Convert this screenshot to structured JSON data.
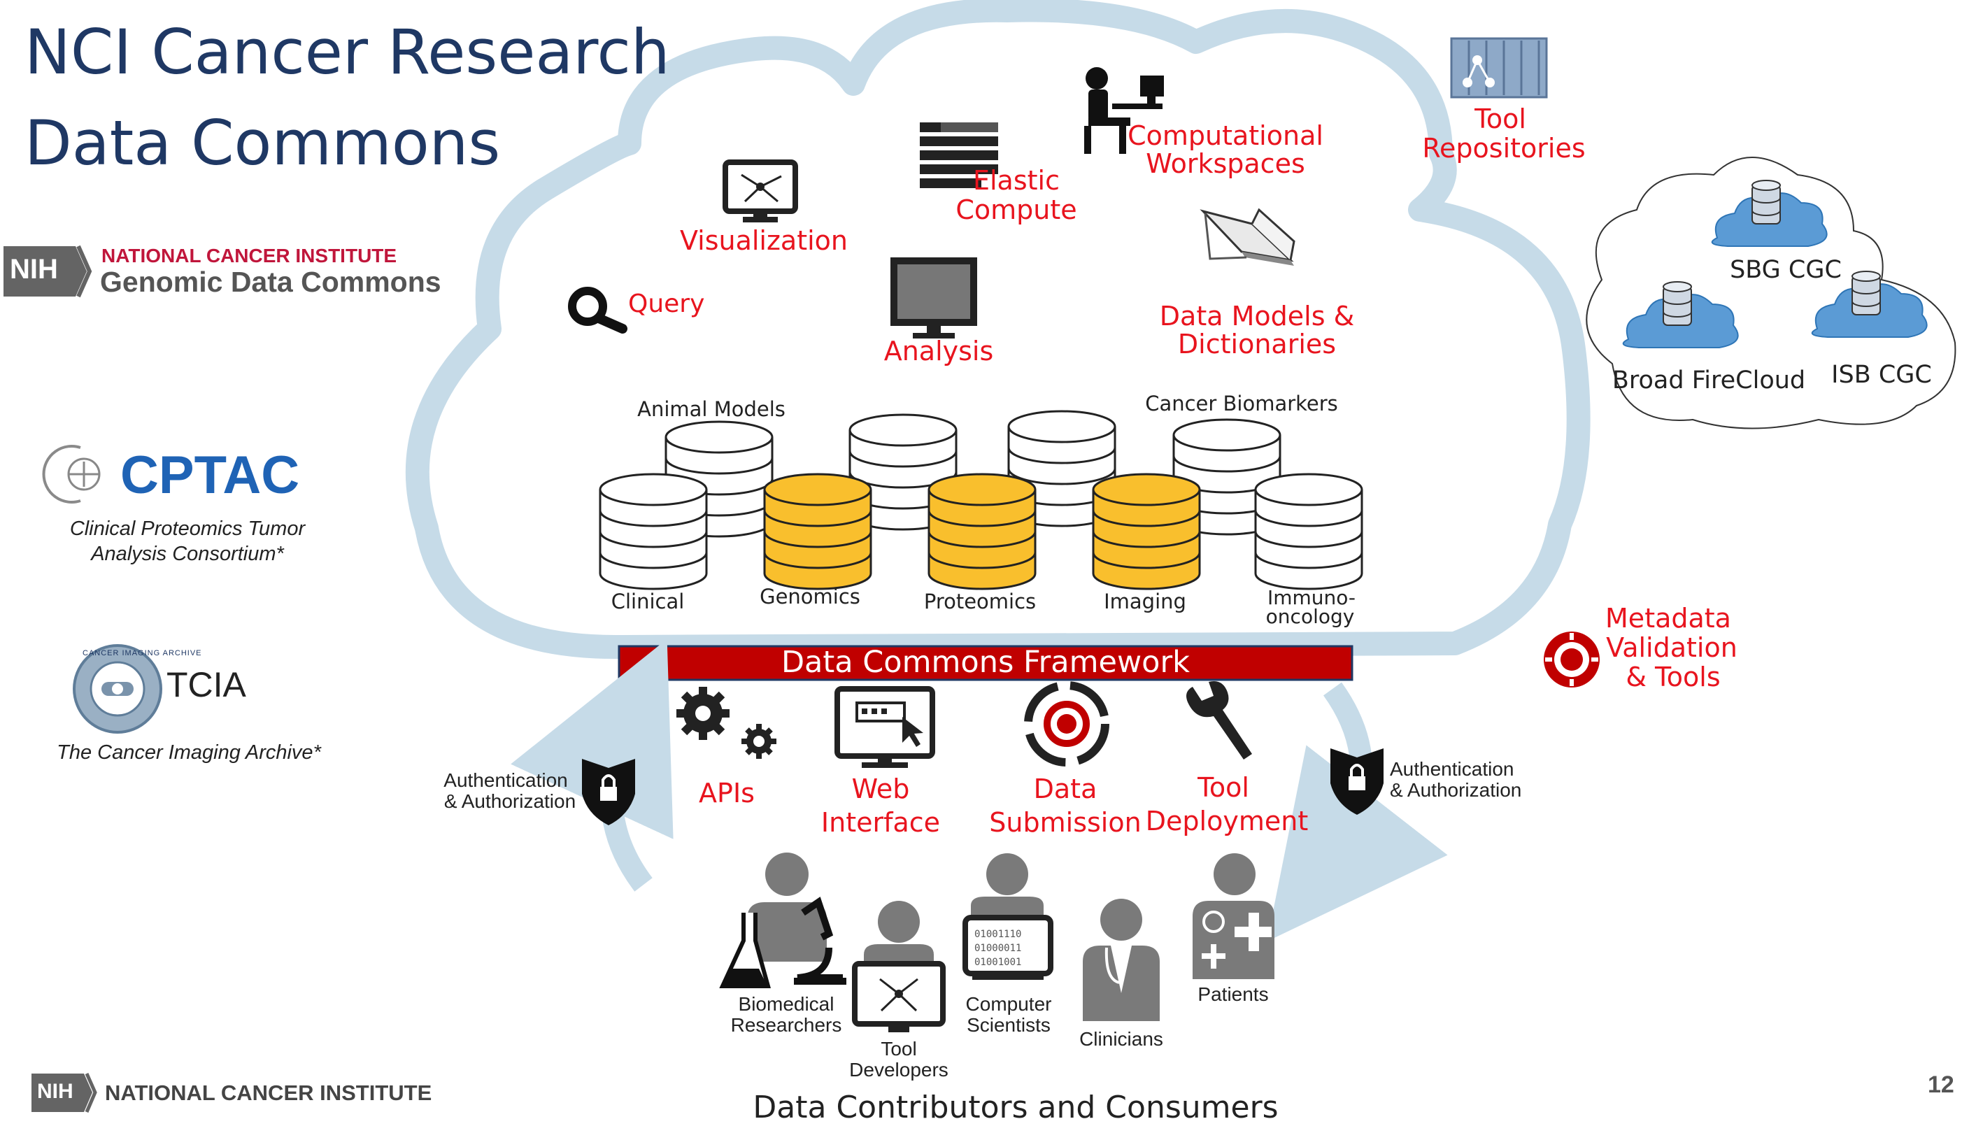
{
  "slide": {
    "title_line1": "NCI Cancer Research",
    "title_line2": "Data Commons",
    "page_number": "12"
  },
  "logos": {
    "gdc": {
      "nih": "NIH",
      "line1": "NATIONAL CANCER INSTITUTE",
      "line2": "Genomic Data Commons"
    },
    "cptac": {
      "name": "CPTAC",
      "caption_line1": "Clinical Proteomics Tumor",
      "caption_line2": "Analysis Consortium*"
    },
    "tcia": {
      "name": "TCIA",
      "badge_text": "CANCER IMAGING ARCHIVE",
      "caption": "The Cancer Imaging Archive*"
    },
    "footer": {
      "nih": "NIH",
      "text": "NATIONAL CANCER INSTITUTE"
    }
  },
  "cloud": {
    "services": {
      "query": "Query",
      "visualization": "Visualization",
      "analysis": "Analysis",
      "elastic_compute_1": "Elastic",
      "elastic_compute_2": "Compute",
      "workspaces_1": "Computational",
      "workspaces_2": "Workspaces",
      "data_models_1": "Data Models &",
      "data_models_2": "Dictionaries"
    },
    "data_types": {
      "animal_models": "Animal Models",
      "cancer_biomarkers": "Cancer Biomarkers",
      "clinical": "Clinical",
      "genomics": "Genomics",
      "proteomics": "Proteomics",
      "imaging": "Imaging",
      "immuno_1": "Immuno-",
      "immuno_2": "oncology"
    },
    "framework_label": "Data Commons Framework"
  },
  "outside": {
    "tool_repos_1": "Tool",
    "tool_repos_2": "Repositories",
    "metadata_1": "Metadata",
    "metadata_2": "Validation",
    "metadata_3": "& Tools",
    "cgc": {
      "sbg": "SBG CGC",
      "broad": "Broad FireCloud",
      "isb": "ISB CGC"
    }
  },
  "access": {
    "auth_left_1": "Authentication",
    "auth_left_2": "& Authorization",
    "auth_right_1": "Authentication",
    "auth_right_2": "& Authorization",
    "apis": "APIs",
    "web_1": "Web",
    "web_2": "Interface",
    "submission_1": "Data",
    "submission_2": "Submission",
    "deployment_1": "Tool",
    "deployment_2": "Deployment"
  },
  "users": {
    "biomedical_1": "Biomedical",
    "biomedical_2": "Researchers",
    "tool_dev_1": "Tool",
    "tool_dev_2": "Developers",
    "computer_1": "Computer",
    "computer_2": "Scientists",
    "binary_1": "01001110",
    "binary_2": "01000011",
    "binary_3": "01001001",
    "clinicians": "Clinicians",
    "patients": "Patients",
    "caption": "Data Contributors and Consumers"
  },
  "colors": {
    "title_blue": "#1f3864",
    "cloud_blue": "#c6dbe8",
    "accent_red": "#e8141e",
    "framework_red": "#c00000",
    "db_gold": "#f9bf2d",
    "icon_gray": "#7a7a7a"
  }
}
